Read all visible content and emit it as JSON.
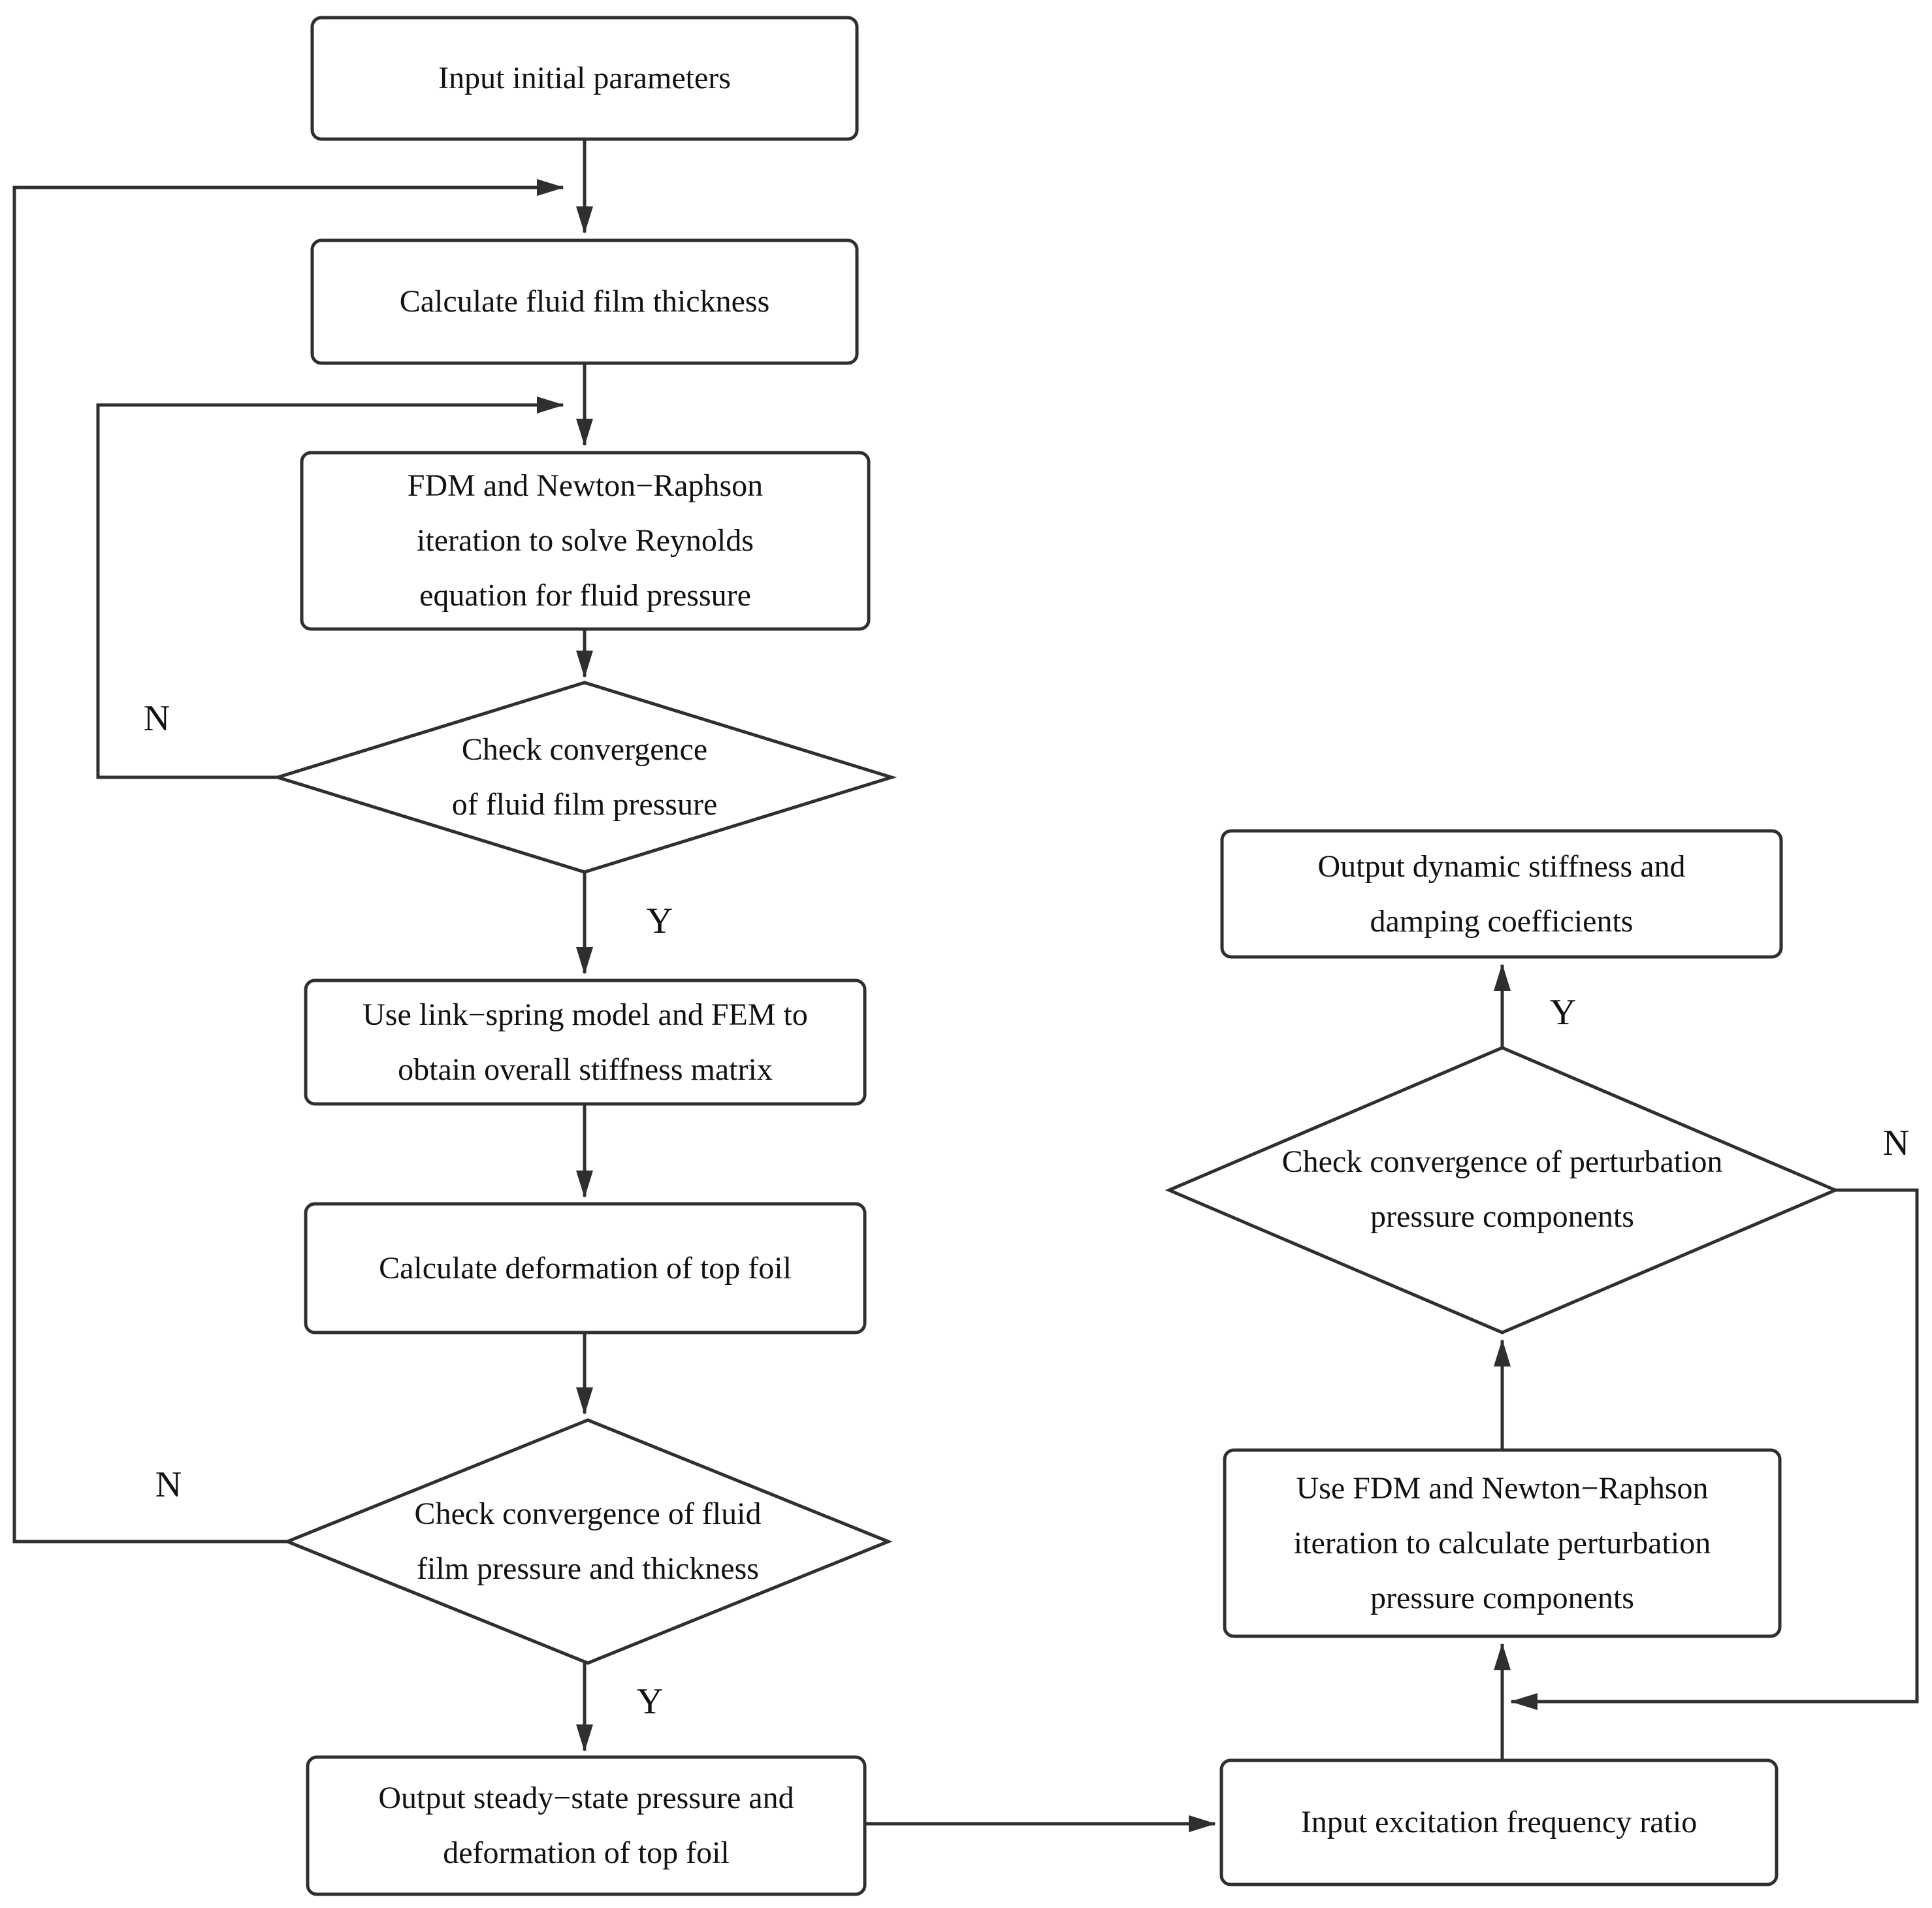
{
  "diagram_type": "flowchart",
  "colors": {
    "line": "#2f2f2f",
    "text": "#111111",
    "node_fill": "#ffffff",
    "background": "#ffffff"
  },
  "nodes": [
    {
      "id": "input-initial-parameters",
      "type": "process",
      "label": "Input initial parameters"
    },
    {
      "id": "calculate-fluid-film-thickness",
      "type": "process",
      "label": "Calculate fluid film thickness"
    },
    {
      "id": "fdm-newton-raphson-reynolds",
      "type": "process",
      "label": "FDM and Newton−Raphson\niteration to solve Reynolds\nequation for fluid pressure"
    },
    {
      "id": "check-convergence-fluid-film-pressure",
      "type": "decision",
      "label": "Check convergence\nof fluid film pressure"
    },
    {
      "id": "link-spring-model-fem",
      "type": "process",
      "label": "Use link−spring model and FEM to\nobtain overall stiffness matrix"
    },
    {
      "id": "calculate-deformation-top-foil",
      "type": "process",
      "label": "Calculate deformation of top foil"
    },
    {
      "id": "check-convergence-pressure-thickness",
      "type": "decision",
      "label": "Check convergence of fluid\nfilm pressure and thickness"
    },
    {
      "id": "output-steady-state-pressure",
      "type": "process",
      "label": "Output steady−state pressure and\ndeformation of top foil"
    },
    {
      "id": "input-excitation-frequency-ratio",
      "type": "process",
      "label": "Input excitation frequency ratio"
    },
    {
      "id": "fdm-newton-raphson-perturbation",
      "type": "process",
      "label": "Use FDM and Newton−Raphson\niteration to calculate perturbation\npressure components"
    },
    {
      "id": "check-convergence-perturbation",
      "type": "decision",
      "label": "Check convergence of perturbation\npressure components"
    },
    {
      "id": "output-dynamic-stiffness-damping",
      "type": "process",
      "label": "Output dynamic stiffness and\ndamping coefficients"
    }
  ],
  "branch_labels": {
    "pressure_no": "N",
    "pressure_yes": "Y",
    "thickness_no": "N",
    "thickness_yes": "Y",
    "perturbation_yes": "Y",
    "perturbation_no": "N"
  },
  "edges": [
    {
      "from": "input-initial-parameters",
      "to": "calculate-fluid-film-thickness",
      "branch": ""
    },
    {
      "from": "calculate-fluid-film-thickness",
      "to": "fdm-newton-raphson-reynolds",
      "branch": ""
    },
    {
      "from": "fdm-newton-raphson-reynolds",
      "to": "check-convergence-fluid-film-pressure",
      "branch": ""
    },
    {
      "from": "check-convergence-fluid-film-pressure",
      "to": "fdm-newton-raphson-reynolds",
      "branch": "N"
    },
    {
      "from": "check-convergence-fluid-film-pressure",
      "to": "link-spring-model-fem",
      "branch": "Y"
    },
    {
      "from": "link-spring-model-fem",
      "to": "calculate-deformation-top-foil",
      "branch": ""
    },
    {
      "from": "calculate-deformation-top-foil",
      "to": "check-convergence-pressure-thickness",
      "branch": ""
    },
    {
      "from": "check-convergence-pressure-thickness",
      "to": "calculate-fluid-film-thickness",
      "branch": "N"
    },
    {
      "from": "check-convergence-pressure-thickness",
      "to": "output-steady-state-pressure",
      "branch": "Y"
    },
    {
      "from": "output-steady-state-pressure",
      "to": "input-excitation-frequency-ratio",
      "branch": ""
    },
    {
      "from": "input-excitation-frequency-ratio",
      "to": "fdm-newton-raphson-perturbation",
      "branch": ""
    },
    {
      "from": "fdm-newton-raphson-perturbation",
      "to": "check-convergence-perturbation",
      "branch": ""
    },
    {
      "from": "check-convergence-perturbation",
      "to": "fdm-newton-raphson-perturbation",
      "branch": "N"
    },
    {
      "from": "check-convergence-perturbation",
      "to": "output-dynamic-stiffness-damping",
      "branch": "Y"
    }
  ]
}
